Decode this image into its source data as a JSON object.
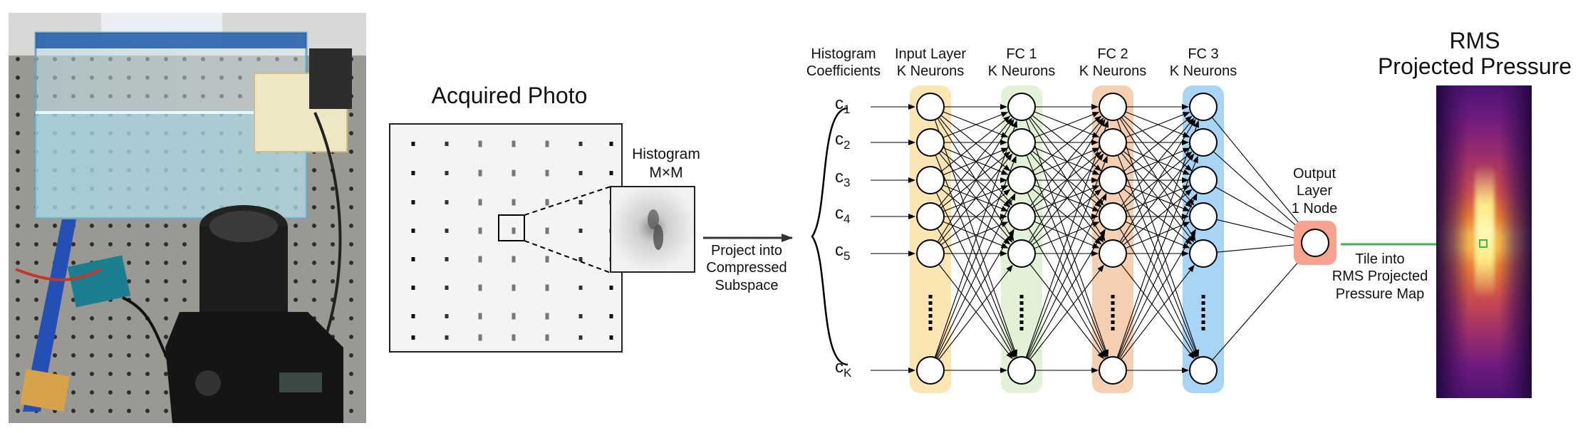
{
  "photo_panel": {
    "description_icon": "camera-setup-photo"
  },
  "acquired_photo": {
    "title": "Acquired Photo"
  },
  "histogram": {
    "title_line1": "Histogram",
    "title_line2": "M×M"
  },
  "project_arrow": {
    "line1": "Project into",
    "line2": "Compressed",
    "line3": "Subspace"
  },
  "network": {
    "coeff_header_line1": "Histogram",
    "coeff_header_line2": "Coefficients",
    "coefficients": [
      {
        "base": "c",
        "sub": "1"
      },
      {
        "base": "c",
        "sub": "2"
      },
      {
        "base": "c",
        "sub": "3"
      },
      {
        "base": "c",
        "sub": "4"
      },
      {
        "base": "c",
        "sub": "5"
      },
      {
        "base": "c",
        "sub": "K"
      }
    ],
    "layers": [
      {
        "line1": "Input Layer",
        "line2": "K Neurons",
        "color": "#fbe5b3"
      },
      {
        "line1": "FC 1",
        "line2": "K Neurons",
        "color": "#e3f1d6"
      },
      {
        "line1": "FC 2",
        "line2": "K Neurons",
        "color": "#f5cfb1"
      },
      {
        "line1": "FC 3",
        "line2": "K Neurons",
        "color": "#a8d5f5"
      }
    ],
    "output": {
      "line1": "Output",
      "line2": "Layer",
      "line3": "1 Node",
      "color": "#f7a390"
    }
  },
  "tile_arrow": {
    "line1": "Tile into",
    "line2": "RMS Projected",
    "line3": "Pressure Map",
    "color": "#3fb34f"
  },
  "pressure_map": {
    "title_line1": "RMS",
    "title_line2": "Projected Pressure"
  }
}
